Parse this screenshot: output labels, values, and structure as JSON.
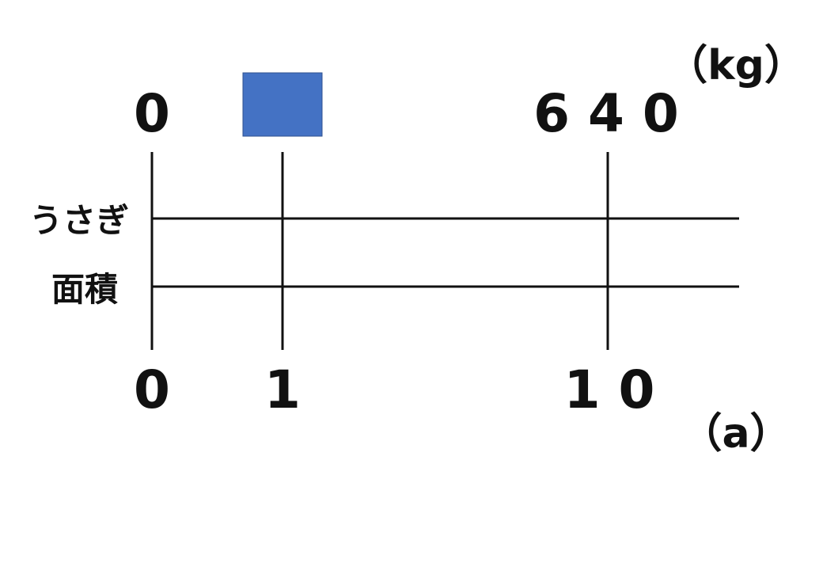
{
  "top_unit": "（kg）",
  "bottom_unit": "（a）",
  "top_scale": {
    "start": "0",
    "end": "6 4 0"
  },
  "bottom_scale": {
    "start": "0",
    "unit_mark": "1",
    "end": "1 0"
  },
  "row_labels": {
    "rabbits": "うさぎ",
    "area": "面積"
  },
  "answer_box_color": "#4472c4"
}
